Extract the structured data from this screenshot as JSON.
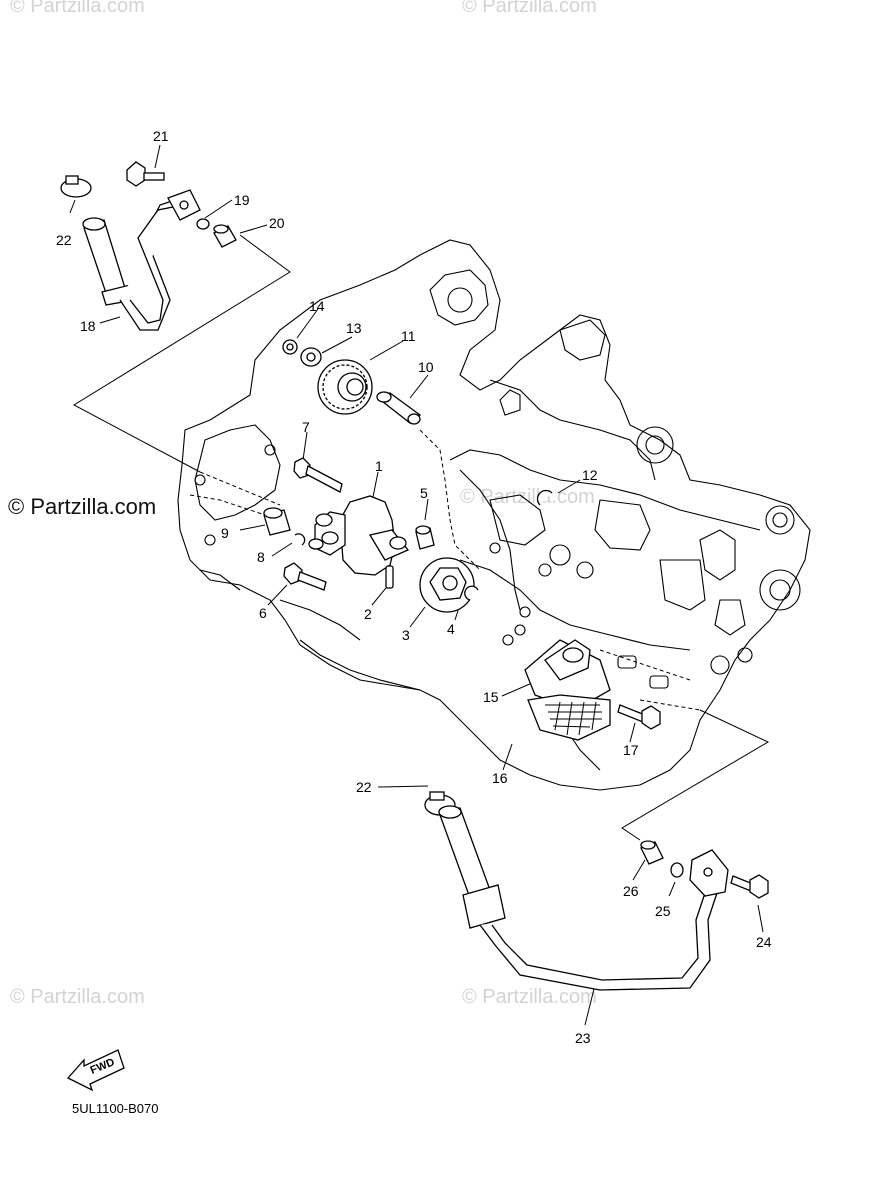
{
  "watermarks": {
    "corner_text": "© Partzilla.com",
    "main_text": "© Partzilla.com"
  },
  "diagram_code": "5UL1100-B070",
  "fwd_label": "FWD",
  "callouts": {
    "n1": "1",
    "n2": "2",
    "n3": "3",
    "n4": "4",
    "n5": "5",
    "n6": "6",
    "n7": "7",
    "n8": "8",
    "n9": "9",
    "n10": "10",
    "n11": "11",
    "n12": "12",
    "n13": "13",
    "n14": "14",
    "n15": "15",
    "n16": "16",
    "n17": "17",
    "n18": "18",
    "n19": "19",
    "n20": "20",
    "n21": "21",
    "n22a": "22",
    "n22b": "22",
    "n23": "23",
    "n24": "24",
    "n25": "25",
    "n26": "26"
  }
}
